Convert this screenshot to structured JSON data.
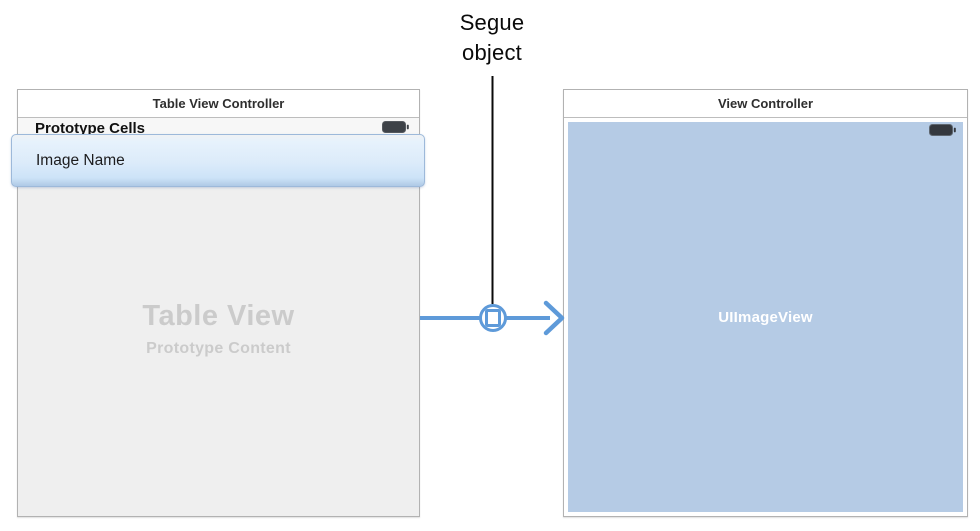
{
  "colors": {
    "accent_blue": "#5E9AD9",
    "panel_border": "#B2B2B2",
    "left_panel_bg": "#EFEFEF",
    "image_view_bg": "#B5CBE5",
    "placeholder_text": "#CBCBCB",
    "cell_border": "#9DB9DA",
    "annotation_color": "#0A0A0A"
  },
  "annotation": {
    "line1": "Segue",
    "line2": "object"
  },
  "left_panel": {
    "title": "Table View Controller",
    "prototype_cells_label": "Prototype Cells",
    "selected_cell_label": "Image Name",
    "placeholder_title": "Table View",
    "placeholder_subtitle": "Prototype Content"
  },
  "right_panel": {
    "title": "View Controller",
    "image_view_label": "UIImageView"
  }
}
